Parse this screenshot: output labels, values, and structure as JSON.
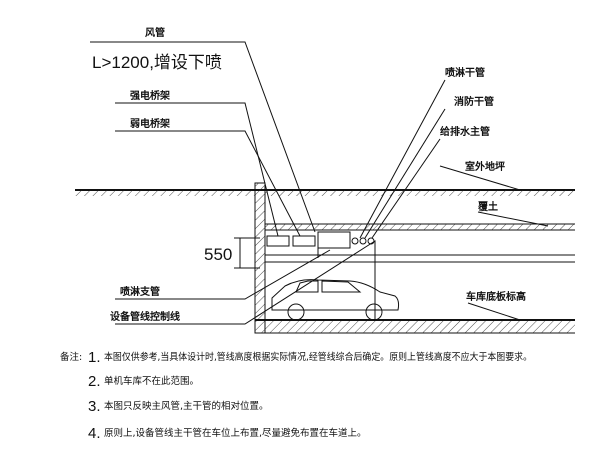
{
  "labels": {
    "duct": "风管",
    "duct_rule": "L>1200,增设下喷",
    "cable_tray_strong": "强电桥架",
    "cable_tray_weak": "弱电桥架",
    "sprinkler_main": "喷淋干管",
    "fire_main": "消防干管",
    "water_supply_main": "给排水主管",
    "outdoor_grade": "室外地坪",
    "backfill": "覆土",
    "dim_550": "550",
    "sprinkler_branch": "喷淋支管",
    "equipment_control_line": "设备管线控制线",
    "garage_floor": "车库底板标高"
  },
  "notes": {
    "heading": "备注:",
    "items": [
      {
        "num": "1.",
        "text": "本图仅供参考,当具体设计时,管线高度根据实际情况,经管线综合后确定。原则上管线高度不应大于本图要求。"
      },
      {
        "num": "2.",
        "text": "单机车库不在此范围。"
      },
      {
        "num": "3.",
        "text": "本图只反映主风管,主干管的相对位置。"
      },
      {
        "num": "4.",
        "text": "原则上,设备管线主干管在车位上布置,尽量避免布置在车道上。"
      }
    ]
  },
  "colors": {
    "ink": "#111111",
    "paper": "#ffffff"
  }
}
